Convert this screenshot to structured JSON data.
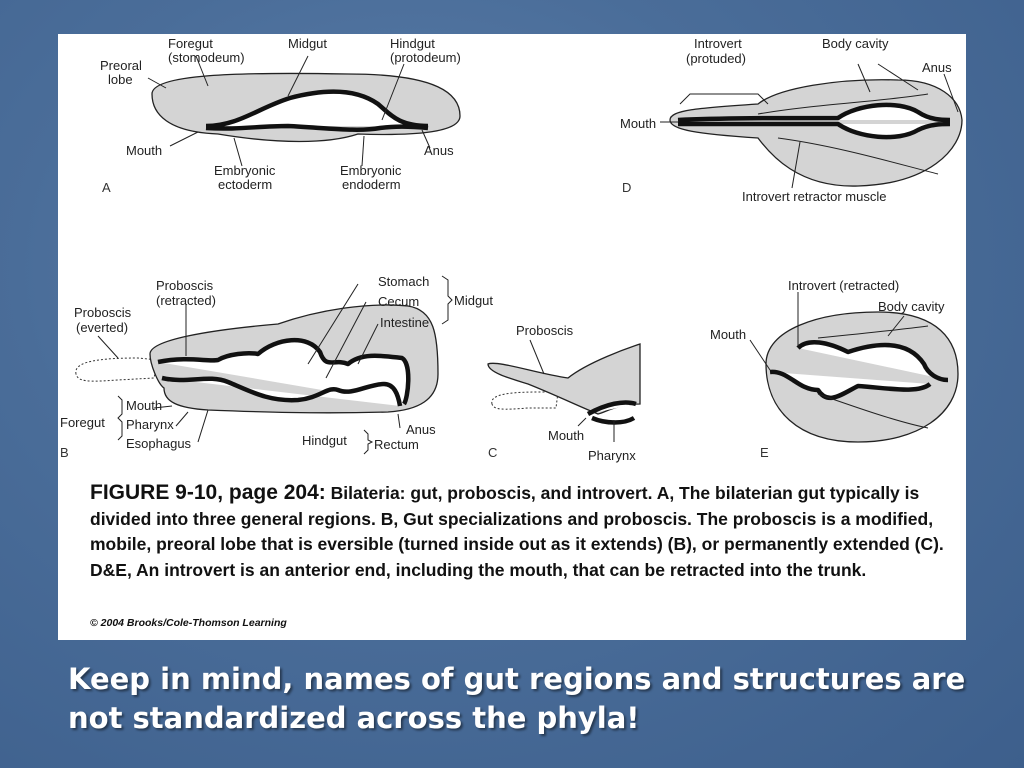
{
  "colors": {
    "background": "#4a6d99",
    "panel": "#ffffff",
    "body_fill": "#d4d4d4",
    "outline": "#222222",
    "footnote_text": "#ffffff"
  },
  "figure": {
    "panels": {
      "A": {
        "letter": "A",
        "labels": {
          "foregut": "Foregut",
          "stomodeum": "(stomodeum)",
          "midgut": "Midgut",
          "hindgut": "Hindgut",
          "protodeum": "(protodeum)",
          "preoral": "Preoral",
          "lobe": "lobe",
          "mouth": "Mouth",
          "anus": "Anus",
          "embryonic_ecto_1": "Embryonic",
          "embryonic_ecto_2": "ectoderm",
          "embryonic_endo_1": "Embryonic",
          "embryonic_endo_2": "endoderm"
        }
      },
      "D": {
        "letter": "D",
        "labels": {
          "introvert": "Introvert",
          "protuded": "(protuded)",
          "body_cavity": "Body cavity",
          "anus": "Anus",
          "mouth": "Mouth",
          "retractor": "Introvert retractor muscle"
        }
      },
      "B": {
        "letter": "B",
        "labels": {
          "proboscis_retracted_1": "Proboscis",
          "proboscis_retracted_2": "(retracted)",
          "proboscis_everted_1": "Proboscis",
          "proboscis_everted_2": "(everted)",
          "stomach": "Stomach",
          "cecum": "Cecum",
          "intestine": "Intestine",
          "midgut": "Midgut",
          "foregut": "Foregut",
          "mouth": "Mouth",
          "pharynx": "Pharynx",
          "esophagus": "Esophagus",
          "hindgut": "Hindgut",
          "anus": "Anus",
          "rectum": "Rectum"
        }
      },
      "C": {
        "letter": "C",
        "labels": {
          "proboscis": "Proboscis",
          "mouth": "Mouth",
          "pharynx": "Pharynx"
        }
      },
      "E": {
        "letter": "E",
        "labels": {
          "introvert_retracted": "Introvert (retracted)",
          "body_cavity": "Body cavity",
          "mouth": "Mouth"
        }
      }
    },
    "caption": {
      "figure_id": "FIGURE 9-10, page 204:",
      "text": "Bilateria: gut, proboscis, and introvert. A, The bilaterian gut typically is divided into three general regions. B, Gut specializations and proboscis. The proboscis is a modified, mobile, preoral lobe that is eversible (turned inside out as it extends) (B), or permanently extended (C). D&E, An introvert is an anterior end, including the mouth, that can be retracted into the trunk."
    },
    "copyright": "© 2004 Brooks/Cole-Thomson Learning"
  },
  "footnote": "Keep in mind, names of gut regions and structures are not standardized across the phyla!"
}
